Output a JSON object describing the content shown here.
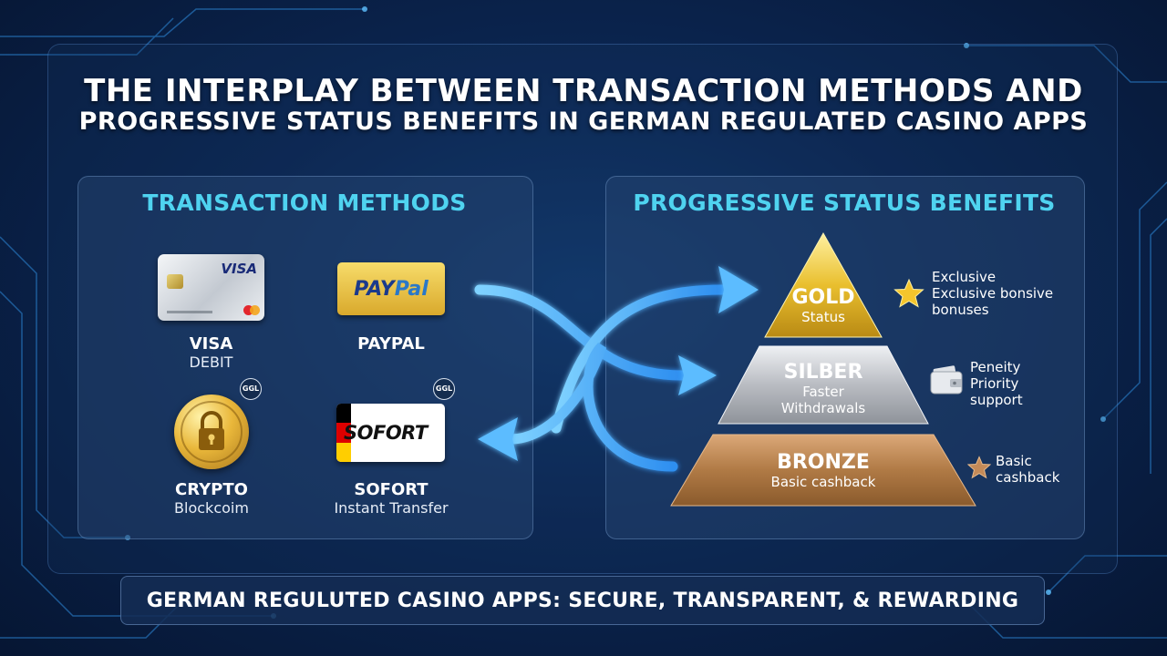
{
  "header": {
    "title_line1": "THE INTERPLAY BETWEEN TRANSACTION METHODS AND",
    "title_line2": "PROGRESSIVE STATUS BENEFITS IN GERMAN REGULATED CASINO APPS"
  },
  "transaction_panel": {
    "title": "TRANSACTION METHODS",
    "methods": [
      {
        "name": "VISA",
        "sub": "DEBIT",
        "logo_text": "VISA",
        "icon": "credit-card-icon"
      },
      {
        "name": "PAYPAL",
        "sub": "",
        "logo_text": "PAYPal",
        "icon": "paypal-logo"
      },
      {
        "name": "CRYPTO",
        "sub": "Blockcoim",
        "icon": "padlock-coin-icon"
      },
      {
        "name": "SOFORT",
        "sub": "Instant Transfer",
        "logo_text": "SOFORT",
        "icon": "sofort-logo"
      }
    ],
    "badge_text": "GGL"
  },
  "status_panel": {
    "title": "PROGRESSIVE STATUS BENEFITS",
    "tiers": [
      {
        "name": "GOLD",
        "desc": "Status",
        "color": "#e9bf2e"
      },
      {
        "name": "SILBER",
        "desc_line1": "Faster",
        "desc_line2": "Withdrawals",
        "color": "#b9bcc2"
      },
      {
        "name": "BRONZE",
        "desc": "Basic cashback",
        "color": "#b07a45"
      }
    ],
    "benefits": [
      {
        "icon": "star-icon",
        "lines": [
          "Exclusive",
          "Exclusive bonsive",
          "bonuses"
        ]
      },
      {
        "icon": "wallet-icon",
        "lines": [
          "Peneity",
          "Priority",
          "support"
        ]
      },
      {
        "icon": "star-icon",
        "lines": [
          "Basic",
          "cashback"
        ]
      }
    ]
  },
  "footer": {
    "text": "GERMAN REGULUTED CASINO APPS: SECURE, TRANSPARENT, & REWARDING"
  },
  "colors": {
    "accent_cyan": "#4fd3f0",
    "arrow_blue": "#3aa8f5",
    "gold": "#e9bf2e",
    "silver": "#b9bcc2",
    "bronze": "#b07a45"
  }
}
